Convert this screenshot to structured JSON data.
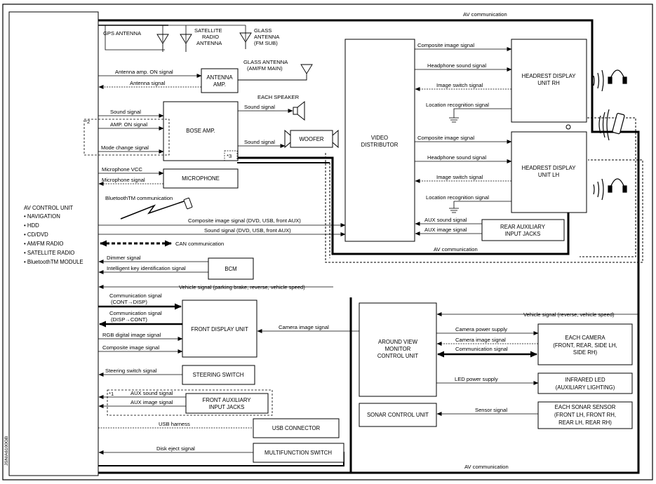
{
  "diagram_id": "JSNIA6100GB",
  "av_control_unit": {
    "title": "AV CONTROL UNIT",
    "items": [
      "• NAVIGATION",
      "• HDD",
      "• CD/DVD",
      "• AM/FM RADIO",
      "• SATELLITE RADIO",
      "• BluetoothTM MODULE"
    ]
  },
  "blocks": {
    "antenna_amp": [
      "ANTENNA",
      "AMP."
    ],
    "bose_amp": [
      "BOSE AMP."
    ],
    "woofer": [
      "WOOFER"
    ],
    "microphone": [
      "MICROPHONE"
    ],
    "video_distributor": [
      "VIDEO",
      "DISTRIBUTOR"
    ],
    "headrest_rh": [
      "HEADREST DISPLAY",
      "UNIT RH"
    ],
    "headrest_lh": [
      "HEADREST DISPLAY",
      "UNIT LH"
    ],
    "rear_aux": [
      "REAR AUXILIARY",
      "INPUT JACKS"
    ],
    "bcm": [
      "BCM"
    ],
    "front_display": [
      "FRONT DISPLAY UNIT"
    ],
    "avm": [
      "AROUND VIEW",
      "MONITOR",
      "CONTROL UNIT"
    ],
    "each_camera": [
      "EACH CAMERA",
      "(FRONT, REAR, SIDE LH,",
      "SIDE RH)"
    ],
    "infrared_led": [
      "INFRARED LED",
      "(AUXILIARY  LIGHTING)"
    ],
    "sonar_unit": [
      "SONAR CONTROL UNIT"
    ],
    "sonar_sensor": [
      "EACH SONAR SENSOR",
      "(FRONT LH, FRONT RH,",
      "REAR LH, REAR RH)"
    ],
    "steering_switch": [
      "STEERING SWITCH"
    ],
    "front_aux": [
      "FRONT AUXILIARY",
      "INPUT JACKS"
    ],
    "usb_connector": [
      "USB CONNECTOR"
    ],
    "multifunction_switch": [
      "MULTIFUNCTION SWITCH"
    ]
  },
  "antennas": {
    "gps": [
      "GPS ANTENNA"
    ],
    "satellite": [
      "SATELLITE",
      "RADIO",
      "ANTENNA"
    ],
    "glass_fm_sub": [
      "GLASS",
      "ANTENNA",
      "(FM SUB)"
    ],
    "glass_am_fm_main": [
      "GLASS ANTENNA",
      "(AM/FM MAIN)"
    ],
    "each_speaker": [
      "EACH SPEAKER"
    ]
  },
  "notes": {
    "note1": "*1",
    "note2": "*2",
    "note3": "*3",
    "bluetooth_comm": "BluetoothTM communication"
  },
  "signals": {
    "av_comm_top": "AV communication",
    "av_comm_mid": "AV communication",
    "av_comm_bottom": "AV communication",
    "antenna_amp_on": "Antenna amp. ON signal",
    "antenna_signal": "Antenna signal",
    "sound_signal_in": "Sound signal",
    "amp_on": "AMP. ON signal",
    "mode_change": "Mode change signal",
    "sound_to_speaker": "Sound signal",
    "sound_to_woofer": "Sound signal",
    "mic_vcc": "Microphone VCC",
    "mic_signal": "Microphone signal",
    "composite_dvd": "Composite image signal (DVD, USB, front AUX)",
    "sound_dvd": "Sound signal (DVD, USB, front AUX)",
    "can": "CAN communication",
    "rh_composite": "Composite image signal",
    "rh_headphone": "Headphone sound signal",
    "rh_image_switch": "Image switch signal",
    "rh_location": "Location recognition signal",
    "lh_composite": "Composite image signal",
    "lh_headphone": "Headphone sound signal",
    "lh_image_switch": "Image switch signal",
    "lh_location": "Location recognition signal",
    "rear_aux_sound": "AUX sound signal",
    "rear_aux_image": "AUX image signal",
    "dimmer": "Dimmer signal",
    "intelligent_key": "Intelligent key identification signal",
    "vehicle_signal": "Vehicle signal (parking brake, reverse, vehicle speed)",
    "comm_cont_disp": [
      "Communication signal",
      "(CONT→DISP)"
    ],
    "comm_disp_cont": [
      "Communication signal",
      "(DISP→CONT)"
    ],
    "rgb": "RGB digital image signal",
    "composite_fd": "Composite image signal",
    "camera_image_fd": "Camera image signal",
    "vehicle_reverse": "Vehicle signal (reverse, vehicle speed)",
    "camera_power": "Camera power supply",
    "camera_image": "Camera image signal",
    "communication": "Communication signal",
    "led_power": "LED power supply",
    "sensor": "Sensor signal",
    "steering": "Steering switch signal",
    "front_aux_sound": "AUX sound signal",
    "front_aux_image": "AUX image signal",
    "usb": "USB harness",
    "disk_eject": "Disk eject signal"
  }
}
